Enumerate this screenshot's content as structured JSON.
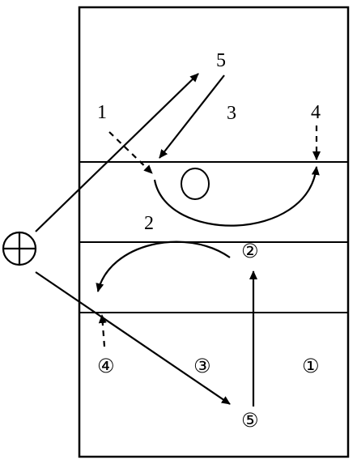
{
  "players_team_a": {
    "p1": "1",
    "p2": "2",
    "p3": "3",
    "p4": "4",
    "p5": "5"
  },
  "players_team_b": {
    "p1": "①",
    "p2": "②",
    "p3": "③",
    "p4": "④",
    "p5": "⑤"
  }
}
